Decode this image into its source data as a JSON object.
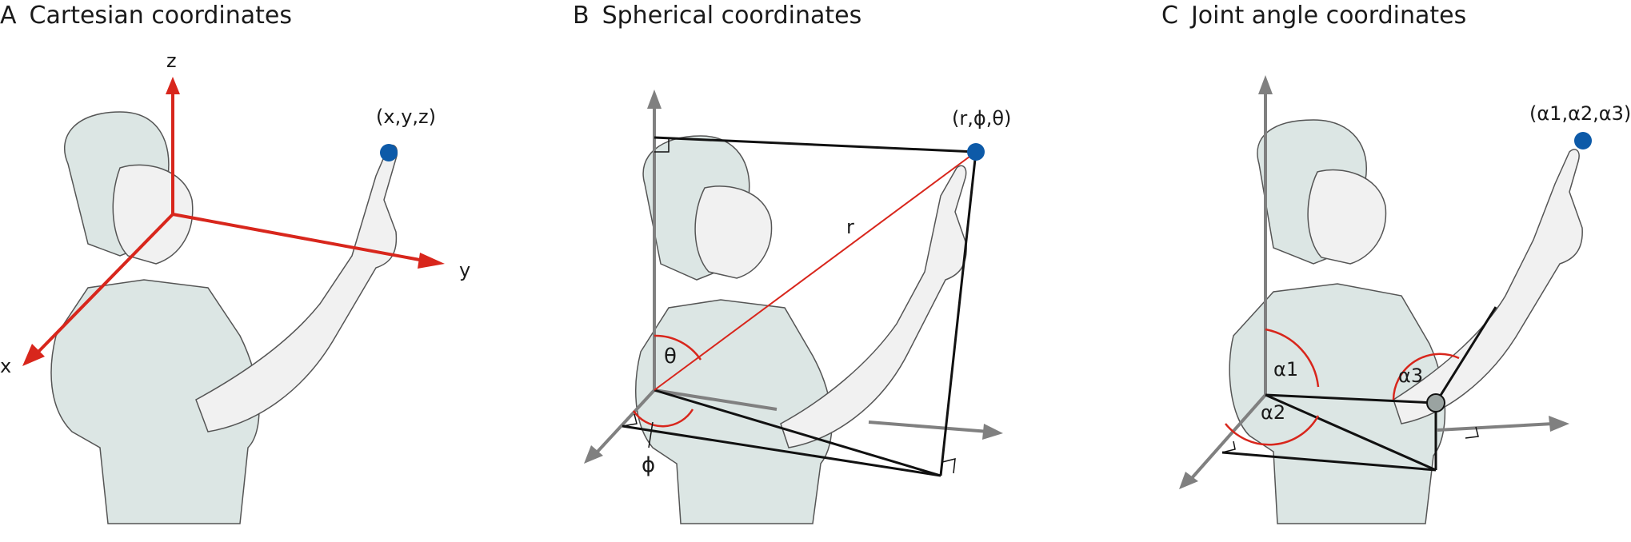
{
  "colors": {
    "axis_red": "#d8261c",
    "axis_gray": "#808080",
    "point_blue": "#0d5aa8",
    "figure_fill": "#dce6e4",
    "skin_fill": "#f1f1f1",
    "outline": "#555555"
  },
  "panels": [
    {
      "letter": "A",
      "title": "Cartesian coordinates",
      "axes": {
        "z": "z",
        "y": "y",
        "x": "x"
      },
      "point_label": "(x,y,z)"
    },
    {
      "letter": "B",
      "title": "Spherical coordinates",
      "point_label": "(r,ϕ,θ)",
      "radius_label": "r",
      "theta_label": "θ",
      "phi_label": "ϕ"
    },
    {
      "letter": "C",
      "title": "Joint angle coordinates",
      "point_label": "(α1,α2,α3)",
      "alpha1_label": "α1",
      "alpha2_label": "α2",
      "alpha3_label": "α3"
    }
  ]
}
